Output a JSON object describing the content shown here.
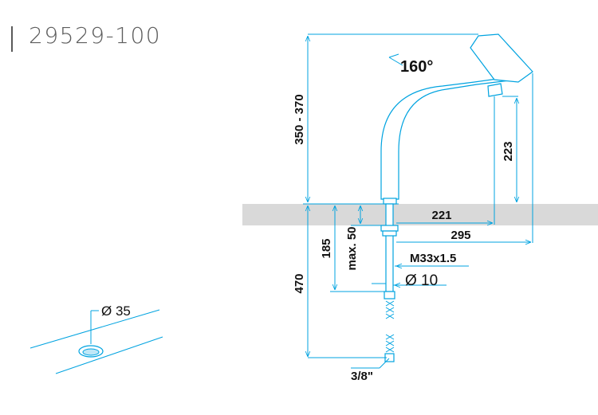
{
  "header": {
    "model_number": "29529-100"
  },
  "drawing": {
    "angle_label": "160°",
    "dimensions": {
      "height_above": "350 - 370",
      "outlet_height": "223",
      "reach_221": "221",
      "reach_295": "295",
      "max_thickness": "max. 50",
      "hose_length_185": "185",
      "total_below": "470",
      "thread": "M33x1.5",
      "tube_diameter": "Ø 10",
      "connection": "3/8\"",
      "hole_diameter": "Ø 35"
    }
  },
  "colors": {
    "line": "#00a3e0",
    "counter": "#d9d9d9",
    "text": "#111111",
    "title": "#5d5d5d"
  }
}
